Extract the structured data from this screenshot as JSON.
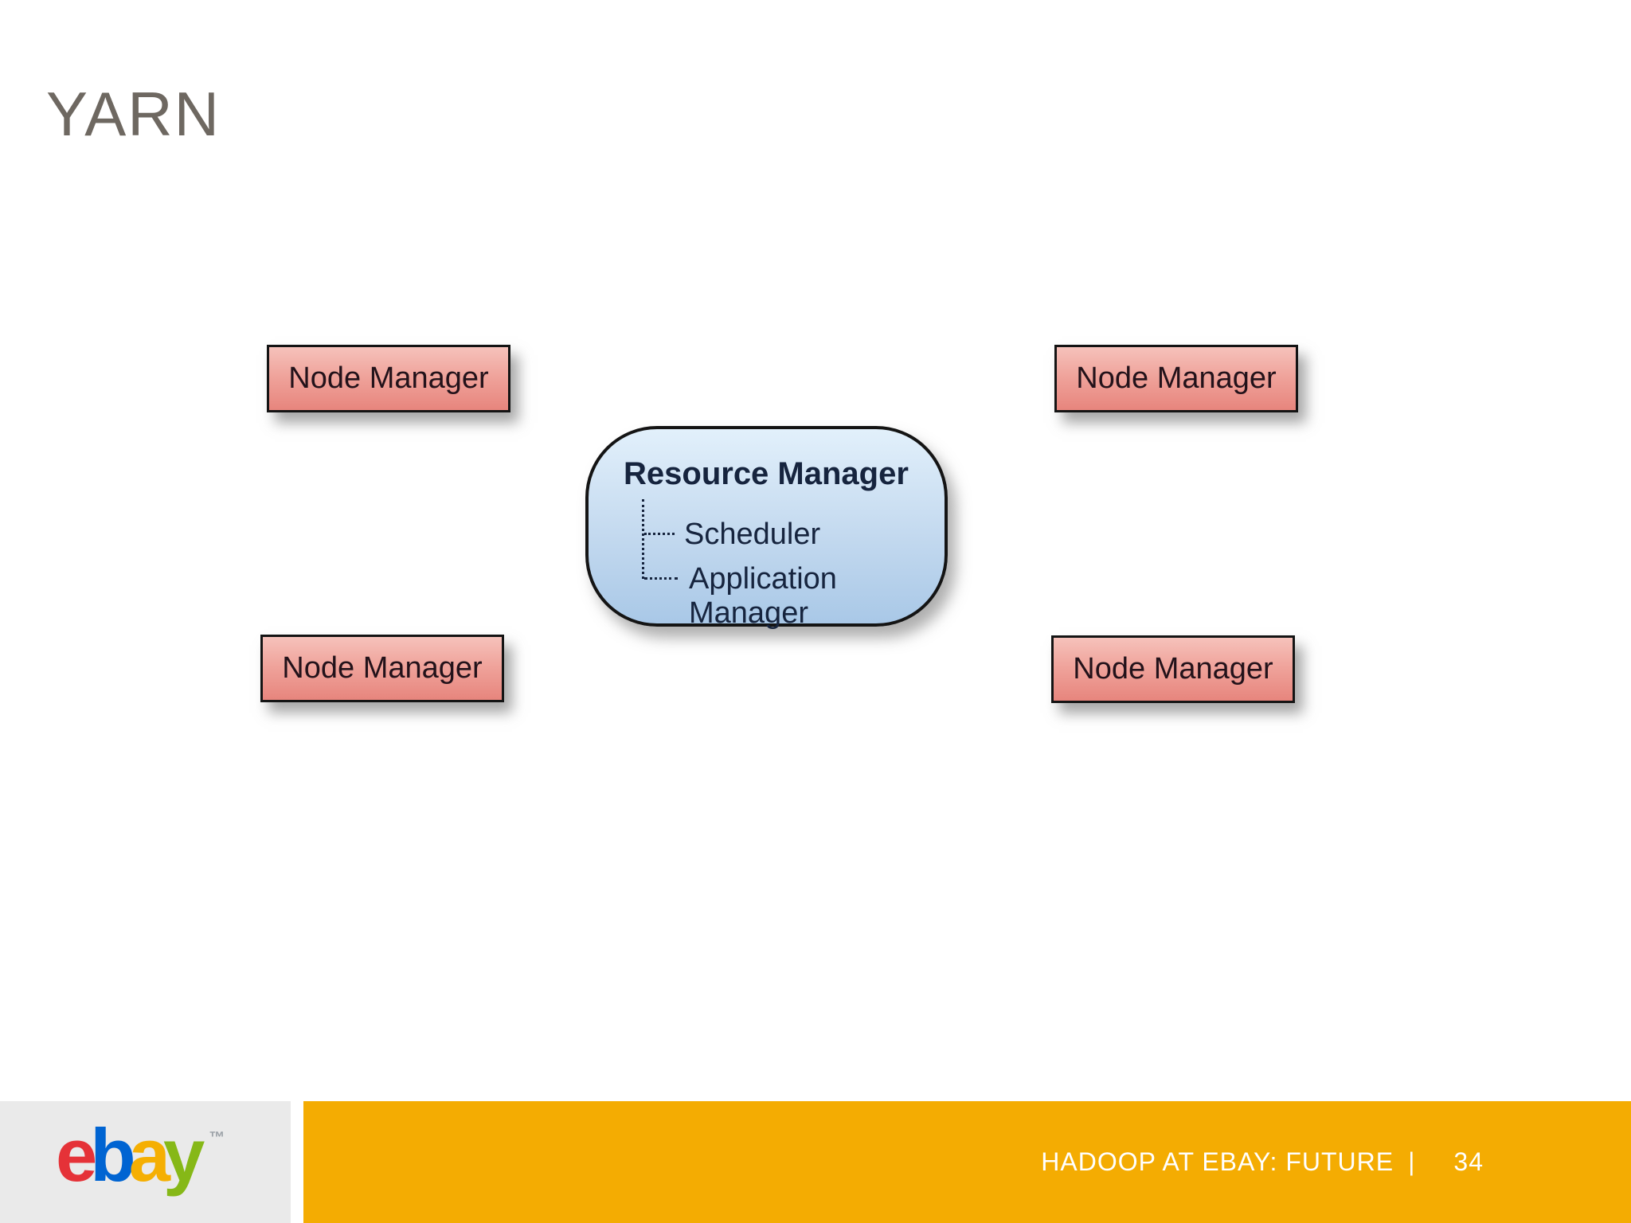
{
  "slide": {
    "title": "YARN"
  },
  "diagram": {
    "node_managers": [
      {
        "position": "top-left",
        "label": "Node Manager"
      },
      {
        "position": "top-right",
        "label": "Node Manager"
      },
      {
        "position": "bottom-left",
        "label": "Node Manager"
      },
      {
        "position": "bottom-right",
        "label": "Node Manager"
      }
    ],
    "resource_manager": {
      "title": "Resource Manager",
      "components": [
        "Scheduler",
        "Application Manager"
      ]
    }
  },
  "footer": {
    "slide_label": "HADOOP AT EBAY: FUTURE",
    "divider": "|",
    "page_number": "34",
    "logo": {
      "letters": [
        {
          "char": "e",
          "color": "#e53238"
        },
        {
          "char": "b",
          "color": "#0064d2"
        },
        {
          "char": "a",
          "color": "#f5af02"
        },
        {
          "char": "y",
          "color": "#86b817"
        }
      ],
      "trademark": "™"
    }
  },
  "colors": {
    "title_text": "#6e6861",
    "background": "#ffffff",
    "node_box_gradient_top": "#f6c2bb",
    "node_box_gradient_bottom": "#e7857d",
    "resource_box_gradient_top": "#e2f0fb",
    "resource_box_gradient_bottom": "#a9c8e7",
    "box_border": "#141414",
    "diagram_text": "#16243e",
    "node_label_text": "#23121a",
    "footer_bar": "#f4ac02",
    "footer_panel": "#eaeaea",
    "footer_text": "#ffffff"
  }
}
